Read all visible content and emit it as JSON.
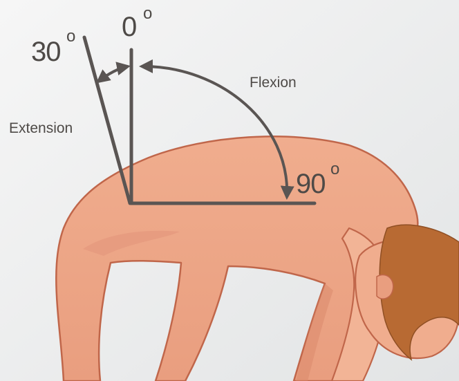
{
  "labels": {
    "zero": "0",
    "thirty": "30",
    "ninety": "90",
    "degree": "o",
    "flexion": "Flexion",
    "extension": "Extension"
  },
  "colors": {
    "background": "#f1f2f2",
    "skin": "#eea98a",
    "skin_shadow": "#d9876a",
    "outline": "#c0664a",
    "hair": "#b86a33",
    "line": "#5a5553",
    "text": "#4e4a47"
  }
}
